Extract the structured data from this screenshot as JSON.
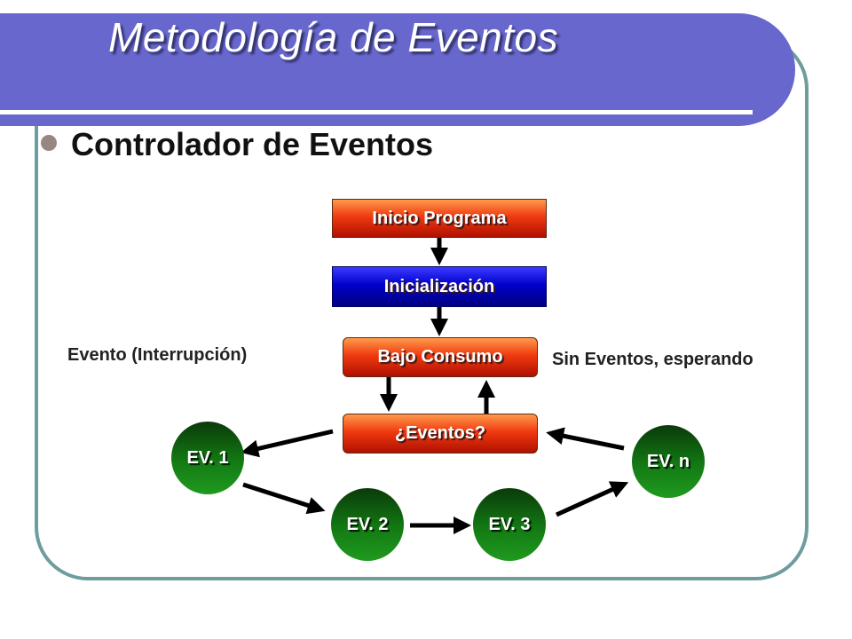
{
  "slide": {
    "title": "Metodología de Eventos",
    "bullet": "Controlador de Eventos"
  },
  "diagram": {
    "boxes": {
      "start": "Inicio Programa",
      "init": "Inicialización",
      "low_power": "Bajo Consumo",
      "events_check": "¿Eventos?"
    },
    "events": {
      "ev1": "EV. 1",
      "ev2": "EV. 2",
      "ev3": "EV. 3",
      "evn": "EV. n"
    },
    "labels": {
      "event_interrupt": "Evento (Interrupción)",
      "no_events": "Sin Eventos, esperando"
    }
  },
  "colors": {
    "banner": "#6767cd",
    "frame_border": "#6f9c9c",
    "box_red": "#f03a10",
    "box_blue": "#0000cc",
    "event_green": "#137a13"
  }
}
